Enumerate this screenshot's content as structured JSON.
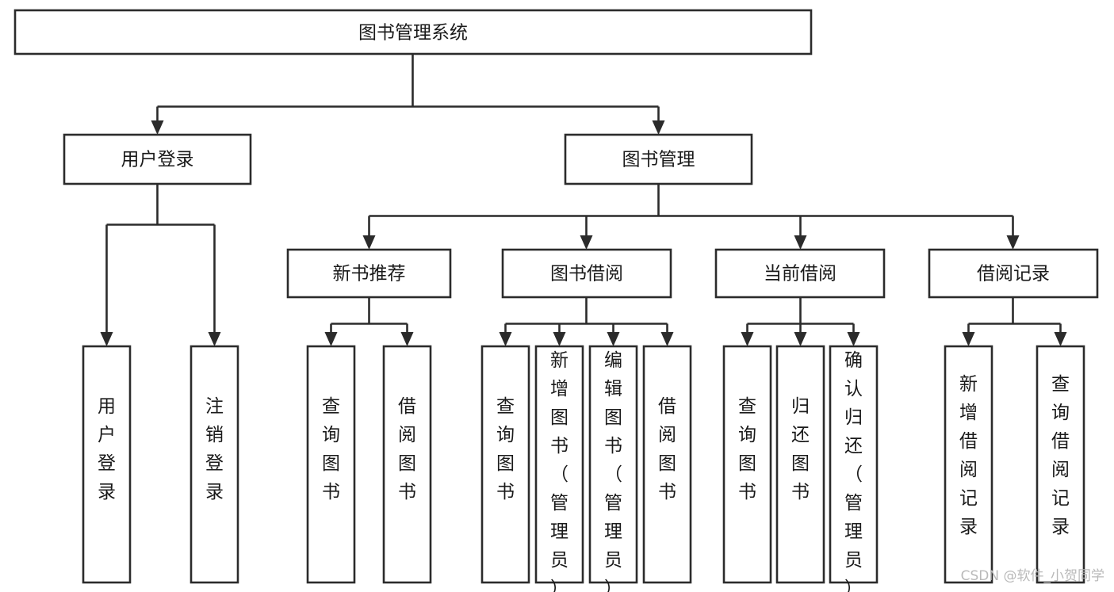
{
  "diagram": {
    "title": "图书管理系统",
    "type": "tree-hierarchy-chart",
    "watermark": "CSDN @软件_小贺同学",
    "colors": {
      "box_stroke": "#2b2b2b",
      "box_fill": "#ffffff",
      "text": "#1a1a1a",
      "connector": "#2b2b2b",
      "watermark": "#b9b9b9",
      "background": "#ffffff"
    },
    "nodes": {
      "root": {
        "label": "图书管理系统",
        "orientation": "horizontal"
      },
      "level2": [
        {
          "id": "user-login",
          "label": "用户登录",
          "orientation": "horizontal"
        },
        {
          "id": "book-management",
          "label": "图书管理",
          "orientation": "horizontal"
        }
      ],
      "level3": [
        {
          "id": "new-book-recommend",
          "label": "新书推荐",
          "orientation": "horizontal"
        },
        {
          "id": "book-borrow",
          "label": "图书借阅",
          "orientation": "horizontal"
        },
        {
          "id": "current-borrow",
          "label": "当前借阅",
          "orientation": "horizontal"
        },
        {
          "id": "borrow-record",
          "label": "借阅记录",
          "orientation": "horizontal"
        }
      ],
      "leaves": [
        {
          "id": "leaf-user-login",
          "label": "用户登录",
          "orientation": "vertical",
          "parent": "user-login"
        },
        {
          "id": "leaf-user-logout",
          "label": "注销登录",
          "orientation": "vertical",
          "parent": "user-login"
        },
        {
          "id": "leaf-query-book-1",
          "label": "查询图书",
          "orientation": "vertical",
          "parent": "new-book-recommend"
        },
        {
          "id": "leaf-borrow-book-1",
          "label": "借阅图书",
          "orientation": "vertical",
          "parent": "new-book-recommend"
        },
        {
          "id": "leaf-query-book-2",
          "label": "查询图书",
          "orientation": "vertical",
          "parent": "book-borrow"
        },
        {
          "id": "leaf-add-book",
          "label": "新增图书（管理员）",
          "orientation": "vertical",
          "parent": "book-borrow"
        },
        {
          "id": "leaf-edit-book",
          "label": "编辑图书（管理员）",
          "orientation": "vertical",
          "parent": "book-borrow"
        },
        {
          "id": "leaf-borrow-book-2",
          "label": "借阅图书",
          "orientation": "vertical",
          "parent": "book-borrow"
        },
        {
          "id": "leaf-query-book-3",
          "label": "查询图书",
          "orientation": "vertical",
          "parent": "current-borrow"
        },
        {
          "id": "leaf-return-book",
          "label": "归还图书",
          "orientation": "vertical",
          "parent": "current-borrow"
        },
        {
          "id": "leaf-confirm-return",
          "label": "确认归还（管理员）",
          "orientation": "vertical",
          "parent": "current-borrow"
        },
        {
          "id": "leaf-add-record",
          "label": "新增借阅记录",
          "orientation": "vertical",
          "parent": "borrow-record"
        },
        {
          "id": "leaf-query-record",
          "label": "查询借阅记录",
          "orientation": "vertical",
          "parent": "borrow-record"
        }
      ]
    }
  }
}
